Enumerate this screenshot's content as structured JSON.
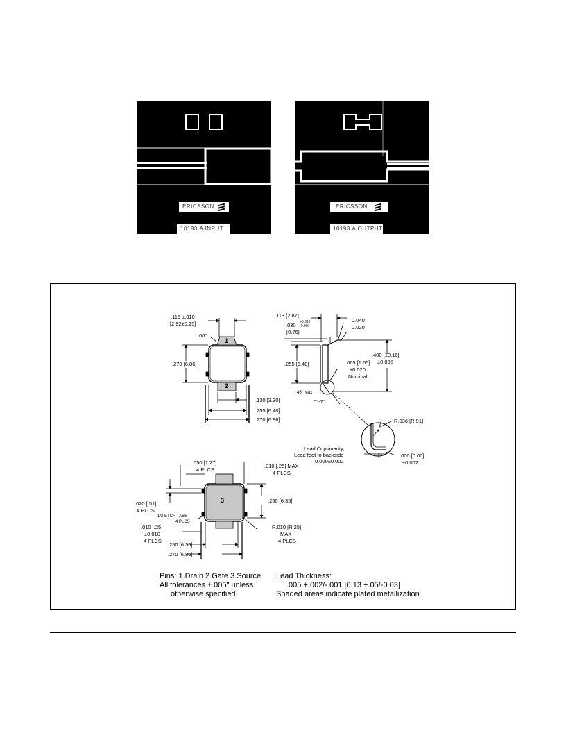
{
  "masks": {
    "input": {
      "brand": "ERICSSON",
      "label": "10193.A INPUT"
    },
    "output": {
      "brand": "ERICSSON",
      "label": "10193.A OUTPUT"
    }
  },
  "drawing": {
    "top_view": {
      "d_width": ".115 ±.010",
      "d_width_mm": "[2.92±0.25]",
      "angle": "60°",
      "pin1": "1",
      "pin2": "2",
      "d_height": ".270 [6.86]",
      "d_130": ".130 [3.30]",
      "d_255": ".255 [6.48]",
      "d_270": ".270 [6.86]"
    },
    "side_view": {
      "d_113": ".113 [2.87]",
      "d_030": ".030",
      "d_030_tol_plus": "+0.010",
      "d_030_tol_minus": "-0.000",
      "d_030_mm": "[0.76]",
      "d_0040": "0.040",
      "d_0020": "0.020",
      "d_400": ".400 [10.16]",
      "d_400_tol": "±0.005",
      "d_255": ".255 [6.48]",
      "d_065": ".065 [1.65]",
      "d_065_tol": "±0.020",
      "d_nominal": "Nominal",
      "d_45": "45° Max",
      "d_angle": "0°-7°"
    },
    "detail": {
      "radius": "R.036 [R.91]",
      "coplanarity_1": "Lead Coplanarity,",
      "coplanarity_2": "Lead foot to backside",
      "coplanarity_3": "0.000±0.002",
      "d_000": ".000 [0.00]",
      "d_000_tol": "±0.002"
    },
    "bottom_view": {
      "pad3": "3",
      "d_050": ".050 [1.27]",
      "d_050_n": "4 PLCS",
      "d_010max": ".010 [.25] MAX",
      "d_010max_n": "4 PLCS",
      "d_020": ".020 [.51]",
      "d_020_n": "4 PLCS",
      "d_250r": ".250 [6.35]",
      "etch_1": "1/2 ETCH TABS",
      "etch_2": "4 PLCS",
      "d_010": ".010 [.25]",
      "d_010_tol": "±0.010",
      "d_010_n": "4 PLCS",
      "d_r010": "R.010 [R.25]",
      "d_r010_max": "MAX",
      "d_r010_n": "4 PLCS",
      "d_250b": ".250 [6.35]",
      "d_270b": ".270 [6.86]"
    },
    "notes": {
      "pins": "Pins: 1.Drain 2.Gate 3.Source",
      "tol_1": "All tolerances ±.005\" unless",
      "tol_2": "otherwise specified.",
      "lead_1": "Lead Thickness:",
      "lead_2": ".005 +.002/-.001 [0.13 +.05/-0.03]",
      "lead_3": "Shaded areas indicate plated metallization"
    }
  }
}
